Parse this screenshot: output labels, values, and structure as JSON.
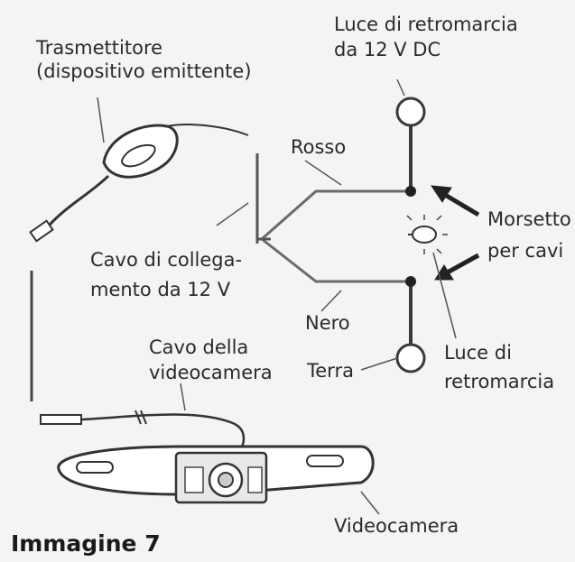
{
  "caption": "Immagine 7",
  "labels": {
    "transmitter_1": "Trasmettitore",
    "transmitter_2": "(dispositivo emittente)",
    "reverse_light_12v_1": "Luce di retromarcia",
    "reverse_light_12v_2": "da 12 V DC",
    "red": "Rosso",
    "terminal_1": "Morsetto",
    "terminal_2": "per cavi",
    "connection_cable_1": "Cavo di collega-",
    "connection_cable_2": "mento da 12 V",
    "black": "Nero",
    "reverse_light_1": "Luce di",
    "reverse_light_2": "retromarcia",
    "camera_cable_1": "Cavo della",
    "camera_cable_2": "videocamera",
    "ground": "Terra",
    "videocamera": "Videocamera"
  }
}
